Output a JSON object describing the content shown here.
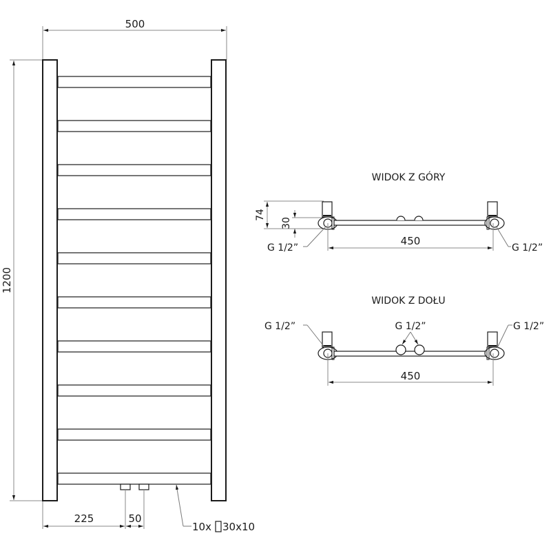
{
  "front_view": {
    "width_label": "500",
    "height_label": "1200",
    "offset_label": "225",
    "spacing_label": "50",
    "profile_label": "10x",
    "profile_dims": "30x10",
    "rail_count": 10
  },
  "top_view": {
    "title": "WIDOK Z GÓRY",
    "depth_label": "74",
    "axis_label": "30",
    "span_label": "450",
    "left_thread": "G 1/2”",
    "right_thread": "G 1/2”"
  },
  "bottom_view": {
    "title": "WIDOK Z DOŁU",
    "span_label": "450",
    "left_thread": "G 1/2”",
    "center_thread": "G 1/2”",
    "right_thread": "G 1/2”"
  },
  "colors": {
    "line": "#1a1a1a",
    "dimension": "#8a8a8a",
    "background": "#ffffff"
  }
}
